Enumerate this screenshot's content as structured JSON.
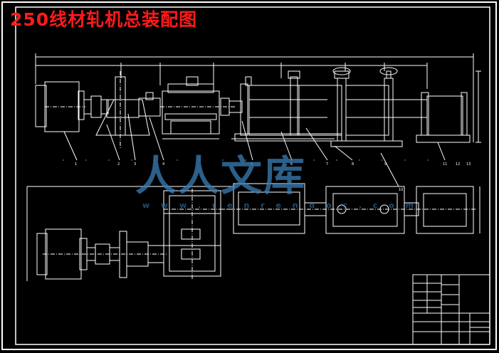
{
  "title": "250线材轧机总装配图",
  "watermark": {
    "logo_text": "人人文库",
    "url": "w w w . r e n r e n d o c . c o m"
  },
  "colors": {
    "background": "#000000",
    "lines": "#ffffff",
    "title": "#ff1a1a",
    "watermark": "#3b7fb8"
  },
  "part_callouts": [
    "1",
    "2",
    "3",
    "4",
    "5",
    "6",
    "7",
    "8",
    "9",
    "10",
    "11",
    "12",
    "13"
  ]
}
